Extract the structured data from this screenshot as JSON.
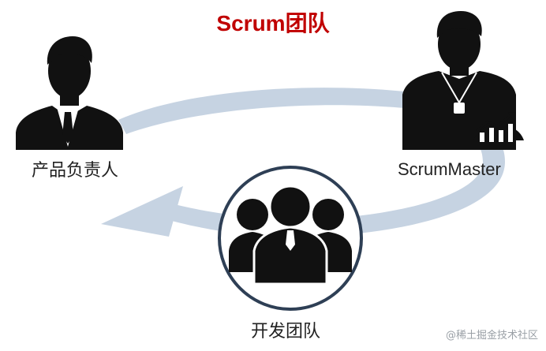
{
  "title": "Scrum团队",
  "colors": {
    "title": "#c00000",
    "figure": "#111111",
    "arrow": "#c6d3e2",
    "circle_border": "#2e3f55"
  },
  "roles": {
    "product_owner": "产品负责人",
    "scrum_master": "ScrumMaster",
    "dev_team": "开发团队"
  },
  "watermark": "@稀土掘金技术社区"
}
